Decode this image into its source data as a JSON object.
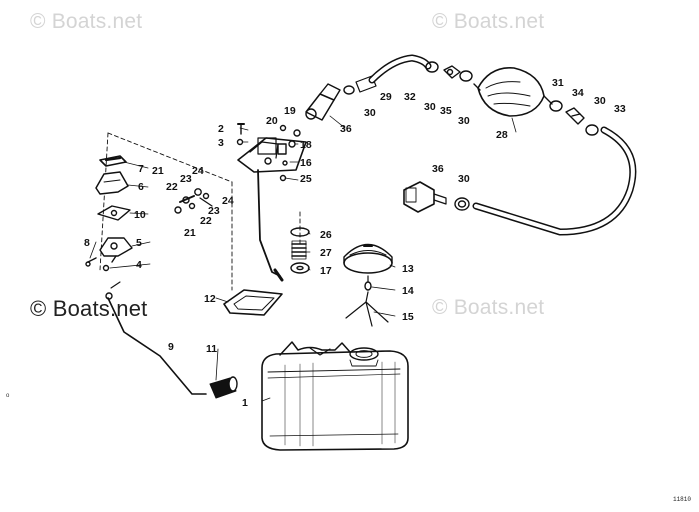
{
  "watermarks": [
    "© Boats.net",
    "© Boats.net",
    "© Boats.net",
    "© Boats.net"
  ],
  "drawing_code": "11810",
  "corner_mark": "o",
  "colors": {
    "line": "#111111",
    "watermark": "#d4d4d4",
    "background": "#ffffff"
  },
  "callouts": {
    "c1": "1",
    "c2": "2",
    "c3": "3",
    "c4": "4",
    "c5": "5",
    "c6": "6",
    "c7": "7",
    "c8": "8",
    "c9": "9",
    "c10": "10",
    "c11": "11",
    "c12": "12",
    "c13": "13",
    "c14": "14",
    "c15": "15",
    "c16": "16",
    "c17": "17",
    "c18": "18",
    "c19": "19",
    "c20": "20",
    "c21a": "21",
    "c21b": "21",
    "c22a": "22",
    "c22b": "22",
    "c23a": "23",
    "c23b": "23",
    "c24a": "24",
    "c24b": "24",
    "c25": "25",
    "c26": "26",
    "c27": "27",
    "c28": "28",
    "c29": "29",
    "c30a": "30",
    "c30b": "30",
    "c30c": "30",
    "c30d": "30",
    "c30e": "30",
    "c31": "31",
    "c32": "32",
    "c33": "33",
    "c34": "34",
    "c35": "35",
    "c36a": "36",
    "c36b": "36"
  }
}
